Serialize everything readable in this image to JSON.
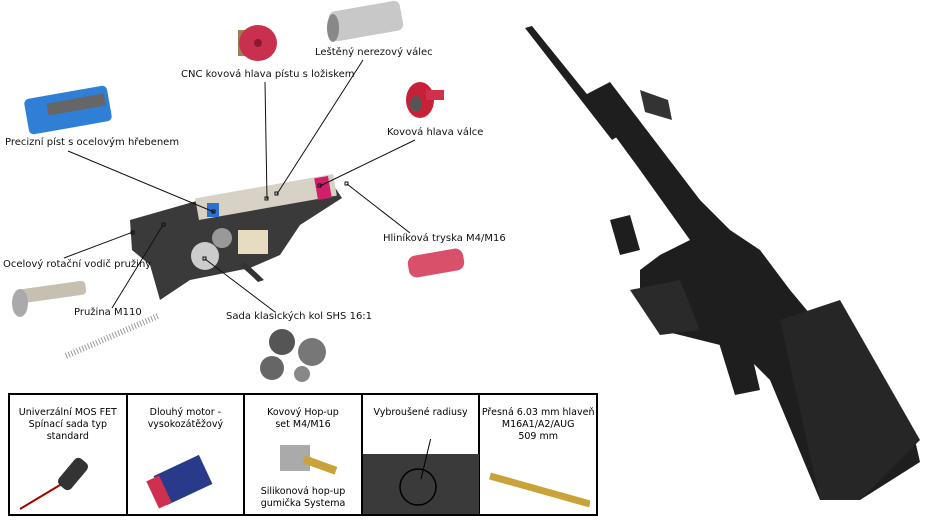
{
  "callouts": {
    "piston_head": "CNC kovová hlava pístu s ložiskem",
    "cylinder": "Leštěný nerezový válec",
    "piston": "Precizní píst s ocelovým hřebenem",
    "cylinder_head": "Kovová hlava válce",
    "nozzle": "Hliníková tryska M4/M16",
    "spring_guide": "Ocelový rotační vodič pružiny",
    "spring": "Pružina M110",
    "gears": "Sada klasických kol SHS 16:1"
  },
  "panel": {
    "mosfet": {
      "line1": "Univerzální MOS FET",
      "line2": "Spínací sada typ standard"
    },
    "motor": {
      "line1": "Dlouhý motor -",
      "line2": "vysokozátěžový"
    },
    "hopup": {
      "line1": "Kovový Hop-up",
      "line2": "set M4/M16",
      "sub1": "Silikonová hop-up",
      "sub2": "gumička Systema"
    },
    "radius": {
      "line1": "Vybroušené radiusy"
    },
    "barrel": {
      "line1": "Přesná 6.03 mm hlaveň",
      "line2": "M16A1/A2/AUG",
      "line3": "509 mm"
    }
  },
  "colors": {
    "piston_blue": "#2f7fd6",
    "red_anodized": "#d0204a",
    "gold": "#c9a23a",
    "rifle": "#1e1e1e"
  }
}
